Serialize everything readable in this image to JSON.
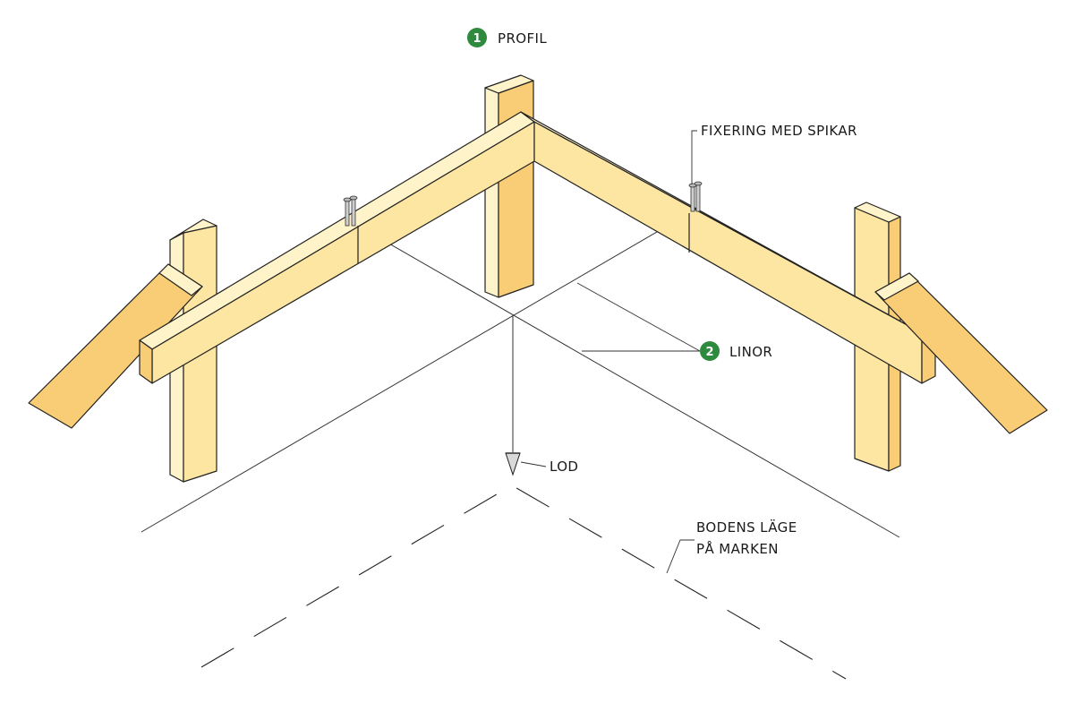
{
  "labels": {
    "profil": {
      "number": "1",
      "text": "PROFIL"
    },
    "fixering": {
      "text": "FIXERING MED SPIKAR"
    },
    "linor": {
      "number": "2",
      "text": "LINOR"
    },
    "lod": {
      "text": "LOD"
    },
    "bodens_lage": {
      "line1": "BODENS LÄGE",
      "line2": "PÅ MARKEN"
    }
  },
  "colors": {
    "wood_front": "#fde6a2",
    "wood_top": "#fff3c9",
    "wood_side": "#f8cd76",
    "badge": "#2e8b3e",
    "ink": "#222222"
  }
}
